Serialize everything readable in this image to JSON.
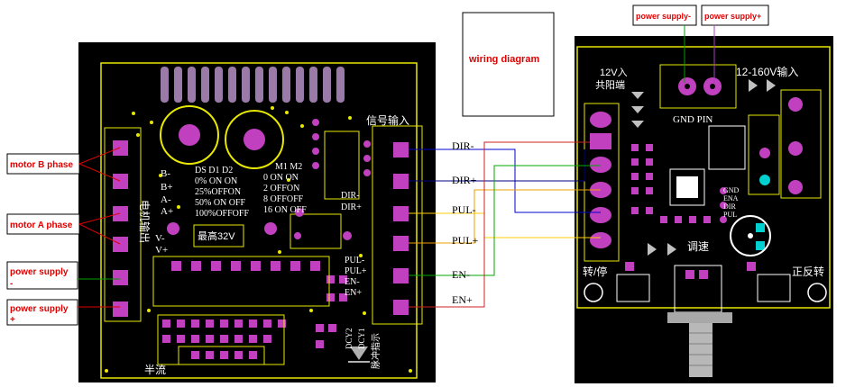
{
  "title": "wiring diagram",
  "left_labels": {
    "motor_b": "motor B phase",
    "motor_a": "motor A phase",
    "power_neg_line1": "power supply",
    "power_neg_line2": "-",
    "power_pos_line1": "power supply",
    "power_pos_line2": "+"
  },
  "top_labels": {
    "power_neg": "power supply-",
    "power_pos": "power supply+"
  },
  "signals": [
    "DIR-",
    "DIR+",
    "PUL-",
    "PUL+",
    "EN-",
    "EN+"
  ],
  "driver_board": {
    "signal_header": "信号输入",
    "motor_output": "电机输出",
    "power_voltage": "最高32V",
    "phase_labels": [
      "B-",
      "B+",
      "A-",
      "A+",
      "V-",
      "V+"
    ],
    "dip_header": "DS D1 D2",
    "dip_rows": [
      "0% ON ON",
      "25%OFFON",
      "50% ON OFF",
      "100%OFFOFF"
    ],
    "micro_header": "M1 M2",
    "micro_rows": [
      "0  ON ON",
      "2  OFFON",
      "8  OFFOFF",
      "16 ON OFF"
    ],
    "right_signals": [
      "DIR-",
      "DIR+"
    ],
    "bottom_signals": [
      "PUL-",
      "PUL+",
      "EN-",
      "EN+"
    ],
    "half_current": "半流",
    "dcy": [
      "DCY2",
      "DCY1"
    ],
    "pulse_indicator": "脉冲指示"
  },
  "controller_board": {
    "input_12v": "12V入",
    "common_anode": "共阳端",
    "input_160v": "12-160V输入",
    "gnd_pin": "GND PIN",
    "pins": [
      "GND",
      "ENA",
      "DIR",
      "PUL"
    ],
    "speed": "调速",
    "start_stop": "转/停",
    "forward_reverse": "正反转"
  },
  "colors": {
    "board": "#000000",
    "pad": "#c040c0",
    "silk": "#e8e800",
    "outline": "#ff2020",
    "wire_dir_neg": "#0000cc",
    "wire_dir_pos": "#000080",
    "wire_pul_neg": "#ffcc00",
    "wire_pul_pos": "#e8a000",
    "wire_en_neg": "#00aa00",
    "wire_en_pos": "#cc2020",
    "wire_top_neg": "#00a000",
    "wire_top_pos": "#a040c0"
  }
}
